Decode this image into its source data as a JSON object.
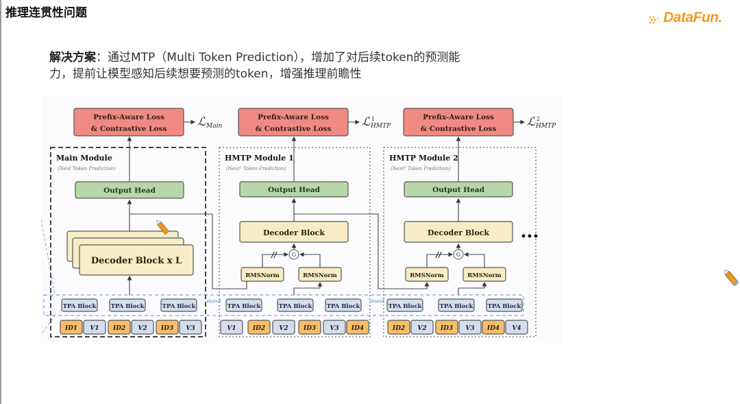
{
  "page": {
    "title": "推理连贯性问题",
    "logo": "DataFun.",
    "description": {
      "label": "解决方案",
      "line1": "：通过MTP（Multi Token Prediction），增加了对后续token的预测能",
      "line2": "力，提前让模型感知后续想要预测的token，增强推理前瞻性"
    }
  },
  "diagram": {
    "colors": {
      "loss_fill": "#f08b84",
      "output_head_fill": "#b8d7a8",
      "decoder_fill": "#f6ecc6",
      "tpa_fill": "#d4dcee",
      "id_fill": "#f7be6a",
      "v_fill": "#d4dcee"
    },
    "modules": [
      {
        "name": "Main Module",
        "subtitle": "(Next Token Prediction)",
        "loss_line1": "Prefix-Aware Loss",
        "loss_line2": "& Contrastive  Loss",
        "loss_symbol": "ℒ",
        "loss_sub": "Main",
        "loss_sup": "",
        "output_head": "Output Head",
        "decoder": "Decoder Block x L",
        "tpa": [
          "TPA Block",
          "TPA Block",
          "TPA Block"
        ],
        "tokens": [
          "ID1",
          "V1",
          "ID2",
          "V2",
          "ID3",
          "V3"
        ]
      },
      {
        "name": "HMTP Module 1",
        "subtitle": "(Next² Token Prediction)",
        "loss_line1": "Prefix-Aware Loss",
        "loss_line2": "& Contrastive  Loss",
        "loss_symbol": "ℒ",
        "loss_sub": "HMTP",
        "loss_sup": "1",
        "output_head": "Output Head",
        "decoder": "Decoder Block",
        "rmsnorm": [
          "RMSNorm",
          "RMSNorm"
        ],
        "gate": "G",
        "stop_grad": "//",
        "tpa": [
          "TPA Block",
          "TPA Block",
          "TPA Block"
        ],
        "tokens": [
          "V1",
          "ID2",
          "V2",
          "ID3",
          "V3",
          "ID4"
        ]
      },
      {
        "name": "HMTP Module 2",
        "subtitle": "(Next³ Token Prediction)",
        "loss_line1": "Prefix-Aware Loss",
        "loss_line2": "& Contrastive  Loss",
        "loss_symbol": "ℒ",
        "loss_sub": "HMTP",
        "loss_sup": "2",
        "output_head": "Output Head",
        "decoder": "Decoder Block",
        "rmsnorm": [
          "RMSNorm",
          "RMSNorm"
        ],
        "gate": "G",
        "stop_grad": "//",
        "tpa": [
          "TPA Block",
          "TPA Block",
          "TPA Block"
        ],
        "tokens": [
          "ID2",
          "V2",
          "ID3",
          "V3",
          "ID4",
          "V4"
        ]
      }
    ],
    "shared_label": "shared",
    "ellipsis": "•••"
  }
}
